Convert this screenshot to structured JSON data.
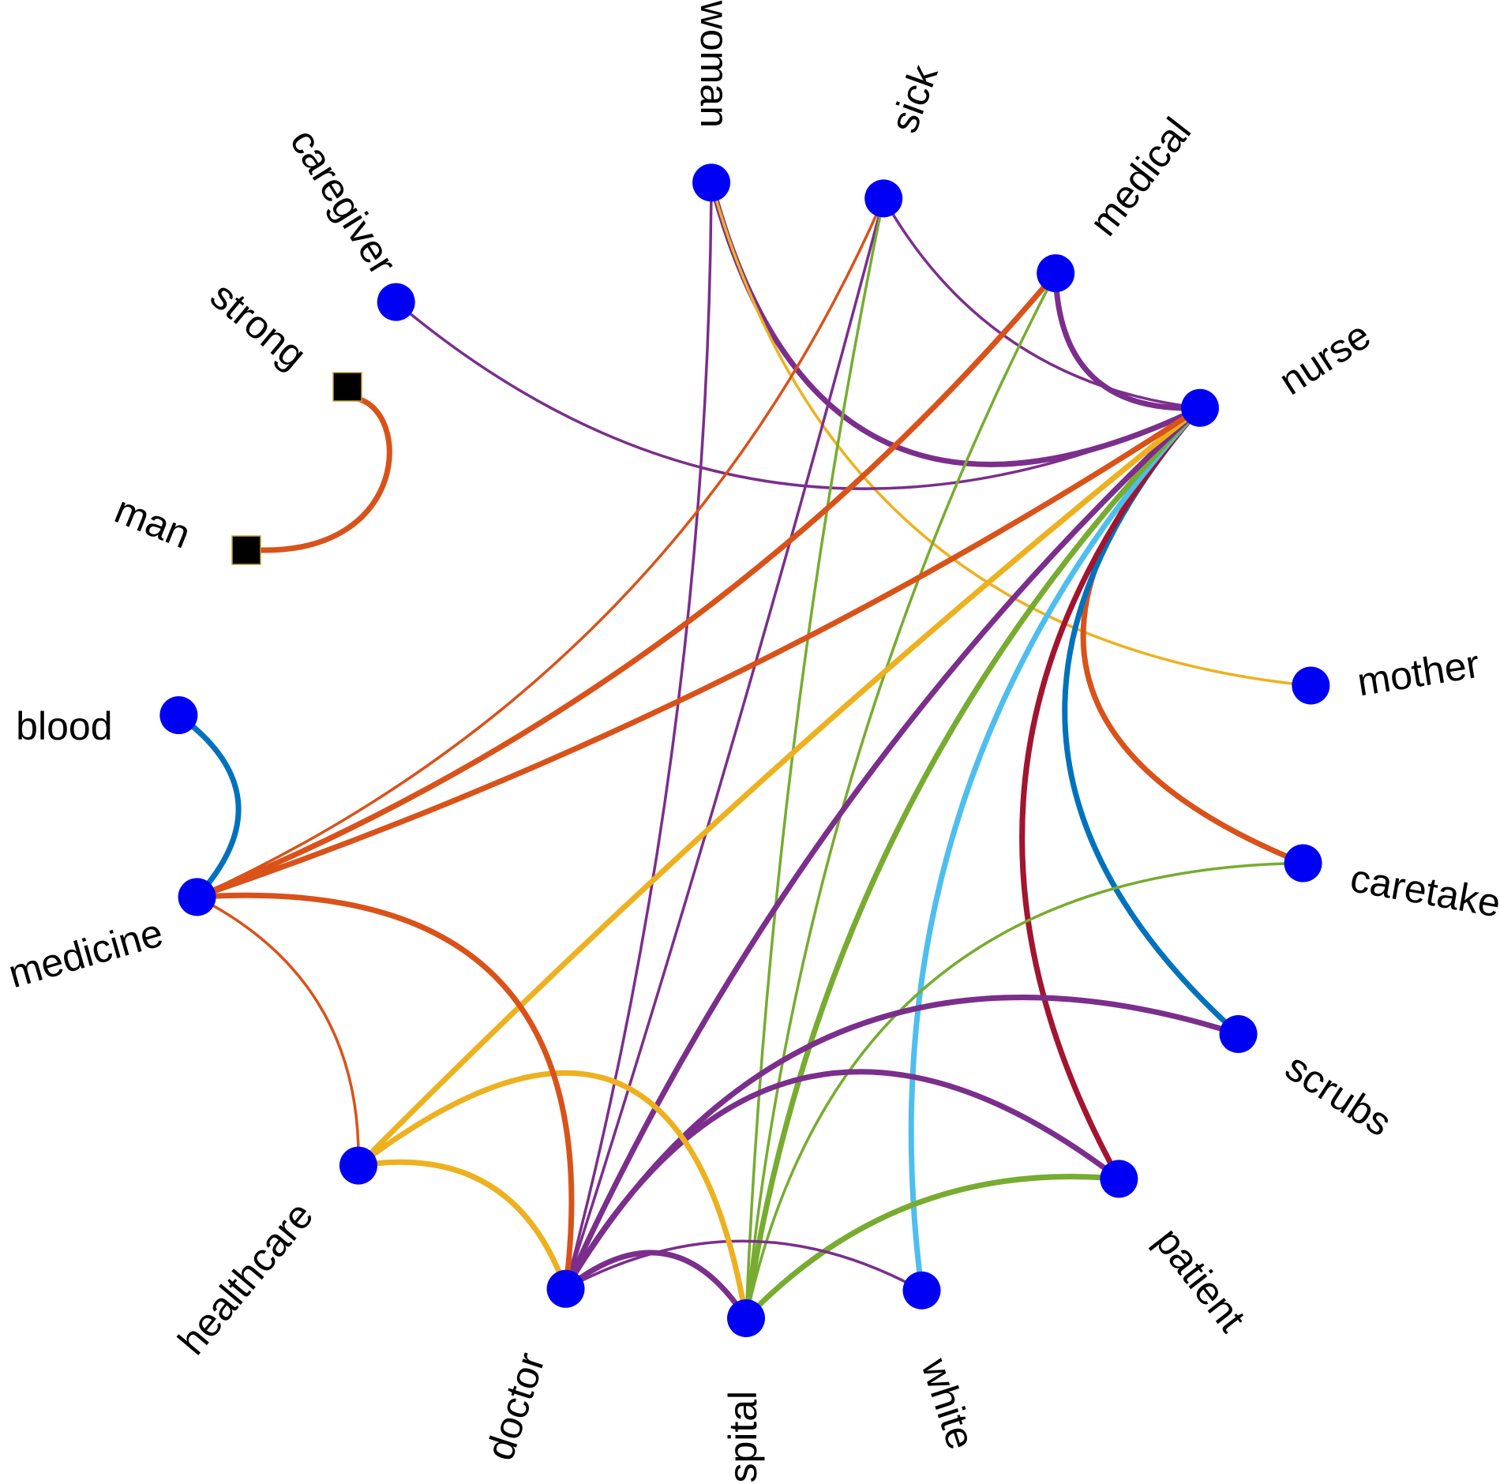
{
  "colors": {
    "node_round": "#0000f5",
    "node_square": "#000000",
    "purple": "#7b2e8c",
    "orange": "#d95219",
    "yellow": "#edb120",
    "green": "#77ac30",
    "blue": "#0072bd",
    "light_blue": "#4dbeee",
    "dark_red": "#a2142f"
  },
  "nodes": [
    {
      "id": "woman",
      "label": "woman",
      "shape": "circle"
    },
    {
      "id": "sick",
      "label": "sick",
      "shape": "circle"
    },
    {
      "id": "medical",
      "label": "medical",
      "shape": "circle"
    },
    {
      "id": "nurse",
      "label": "nurse",
      "shape": "circle"
    },
    {
      "id": "mother",
      "label": "mother",
      "shape": "circle"
    },
    {
      "id": "caretaker",
      "label": "caretaker",
      "shape": "circle"
    },
    {
      "id": "scrubs",
      "label": "scrubs",
      "shape": "circle"
    },
    {
      "id": "patient",
      "label": "patient",
      "shape": "circle"
    },
    {
      "id": "white",
      "label": "white",
      "shape": "circle"
    },
    {
      "id": "hospital",
      "label": "hospital",
      "shape": "circle"
    },
    {
      "id": "doctor",
      "label": "doctor",
      "shape": "circle"
    },
    {
      "id": "healthcare",
      "label": "healthcare",
      "shape": "circle"
    },
    {
      "id": "medicine",
      "label": "medicine",
      "shape": "circle"
    },
    {
      "id": "blood",
      "label": "blood",
      "shape": "circle"
    },
    {
      "id": "man",
      "label": "man",
      "shape": "square"
    },
    {
      "id": "strong",
      "label": "strong",
      "shape": "square"
    },
    {
      "id": "caregiver",
      "label": "caregiver",
      "shape": "circle"
    }
  ],
  "edges": [
    {
      "source": "woman",
      "target": "nurse",
      "color": "purple",
      "weight": "thick"
    },
    {
      "source": "woman",
      "target": "doctor",
      "color": "purple",
      "weight": "thin"
    },
    {
      "source": "woman",
      "target": "mother",
      "color": "yellow",
      "weight": "thin"
    },
    {
      "source": "caregiver",
      "target": "nurse",
      "color": "purple",
      "weight": "thin"
    },
    {
      "source": "sick",
      "target": "nurse",
      "color": "purple",
      "weight": "thin"
    },
    {
      "source": "sick",
      "target": "doctor",
      "color": "purple",
      "weight": "thin"
    },
    {
      "source": "sick",
      "target": "hospital",
      "color": "green",
      "weight": "thin"
    },
    {
      "source": "sick",
      "target": "medicine",
      "color": "orange",
      "weight": "thin"
    },
    {
      "source": "medical",
      "target": "nurse",
      "color": "purple",
      "weight": "thick"
    },
    {
      "source": "medical",
      "target": "medicine",
      "color": "orange",
      "weight": "thick"
    },
    {
      "source": "medical",
      "target": "hospital",
      "color": "green",
      "weight": "thin"
    },
    {
      "source": "nurse",
      "target": "caretaker",
      "color": "orange",
      "weight": "thick"
    },
    {
      "source": "nurse",
      "target": "scrubs",
      "color": "blue",
      "weight": "thick"
    },
    {
      "source": "nurse",
      "target": "patient",
      "color": "dark_red",
      "weight": "thick"
    },
    {
      "source": "nurse",
      "target": "white",
      "color": "light_blue",
      "weight": "thick"
    },
    {
      "source": "nurse",
      "target": "hospital",
      "color": "green",
      "weight": "thick"
    },
    {
      "source": "nurse",
      "target": "doctor",
      "color": "purple",
      "weight": "thick"
    },
    {
      "source": "nurse",
      "target": "healthcare",
      "color": "yellow",
      "weight": "thick"
    },
    {
      "source": "nurse",
      "target": "medicine",
      "color": "orange",
      "weight": "thick"
    },
    {
      "source": "caretaker",
      "target": "hospital",
      "color": "green",
      "weight": "thin"
    },
    {
      "source": "scrubs",
      "target": "doctor",
      "color": "purple",
      "weight": "thick"
    },
    {
      "source": "patient",
      "target": "doctor",
      "color": "purple",
      "weight": "thick"
    },
    {
      "source": "patient",
      "target": "hospital",
      "color": "green",
      "weight": "thick"
    },
    {
      "source": "white",
      "target": "doctor",
      "color": "purple",
      "weight": "thin"
    },
    {
      "source": "hospital",
      "target": "doctor",
      "color": "purple",
      "weight": "thick"
    },
    {
      "source": "hospital",
      "target": "healthcare",
      "color": "yellow",
      "weight": "thick"
    },
    {
      "source": "doctor",
      "target": "healthcare",
      "color": "yellow",
      "weight": "thick"
    },
    {
      "source": "doctor",
      "target": "medicine",
      "color": "orange",
      "weight": "thick"
    },
    {
      "source": "healthcare",
      "target": "medicine",
      "color": "orange",
      "weight": "thin"
    },
    {
      "source": "medicine",
      "target": "blood",
      "color": "blue",
      "weight": "thick"
    },
    {
      "source": "man",
      "target": "strong",
      "color": "orange",
      "weight": "thick"
    }
  ]
}
